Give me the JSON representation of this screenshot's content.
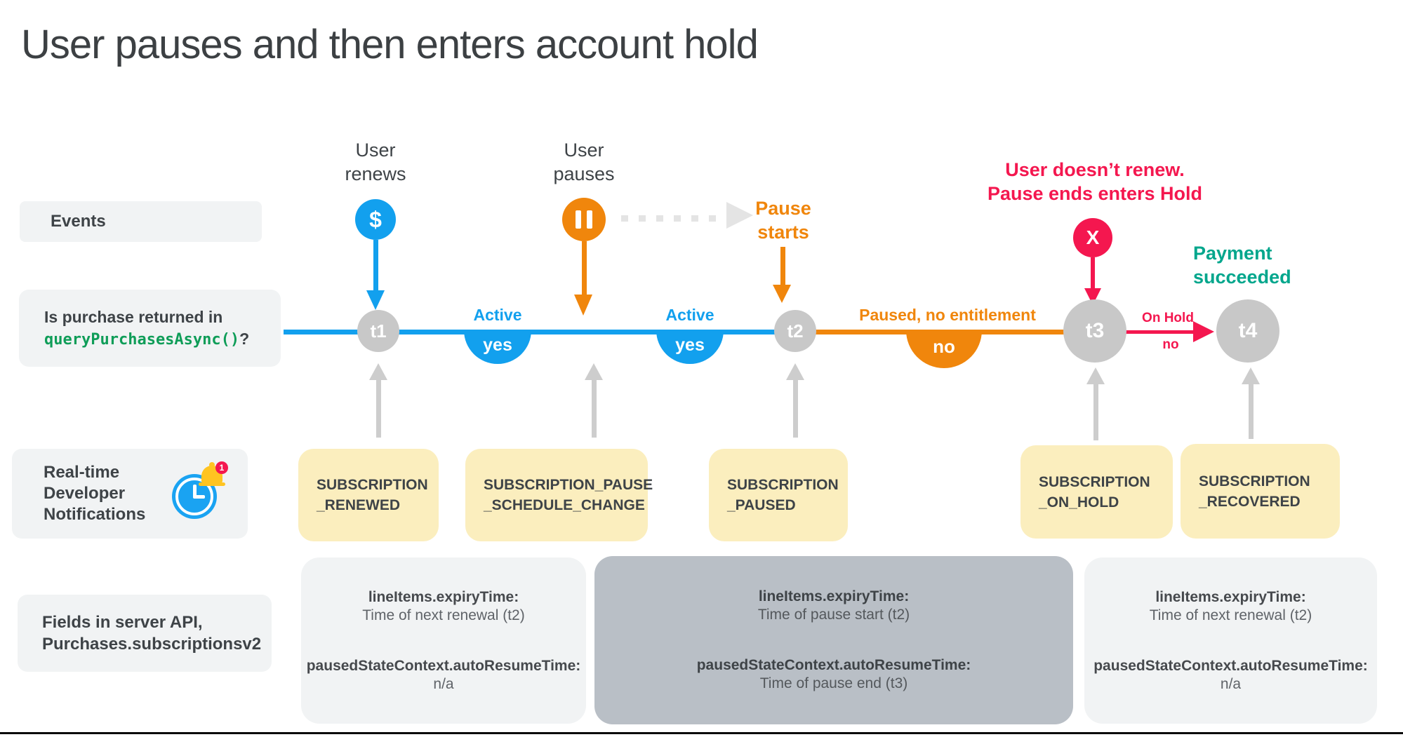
{
  "title": "User pauses and then enters account hold",
  "left_labels": {
    "events": "Events",
    "purchase_question_line1": "Is purchase returned in",
    "purchase_question_code": "queryPurchasesAsync()",
    "purchase_question_suffix": "?",
    "rtdn_line1": "Real-time",
    "rtdn_line2": "Developer",
    "rtdn_line3": "Notifications",
    "rtdn_badge_count": "1",
    "fields_line1": "Fields in server API,",
    "fields_line2": "Purchases.subscriptionsv2"
  },
  "events": {
    "user_renews_line1": "User",
    "user_renews_line2": "renews",
    "dollar_glyph": "$",
    "user_pauses_line1": "User",
    "user_pauses_line2": "pauses",
    "pause_starts_line1": "Pause",
    "pause_starts_line2": "starts",
    "hold_line1": "User doesn’t renew.",
    "hold_line2": "Pause ends enters Hold",
    "x_glyph": "X",
    "payment_line1": "Payment",
    "payment_line2": "succeeded"
  },
  "timeline": {
    "nodes": [
      {
        "label": "t1"
      },
      {
        "label": "t2"
      },
      {
        "label": "t3"
      },
      {
        "label": "t4"
      }
    ],
    "states": [
      {
        "state": "Active",
        "answer": "yes"
      },
      {
        "state": "Active",
        "answer": "yes"
      },
      {
        "state": "Paused, no entitlement",
        "answer": "no"
      },
      {
        "state": "On Hold",
        "answer": "no"
      }
    ]
  },
  "rtdn_boxes": [
    {
      "line1": "SUBSCRIPTION",
      "line2": "_RENEWED"
    },
    {
      "line1": "SUBSCRIPTION_PAUSE",
      "line2": "_SCHEDULE_CHANGE"
    },
    {
      "line1": "SUBSCRIPTION",
      "line2": "_PAUSED"
    },
    {
      "line1": "SUBSCRIPTION",
      "line2": "_ON_HOLD"
    },
    {
      "line1": "SUBSCRIPTION",
      "line2": "_RECOVERED"
    }
  ],
  "field_boxes": [
    {
      "f1_name": "lineItems.expiryTime:",
      "f1_value": "Time of next renewal (t2)",
      "f2_name": "pausedStateContext.autoResumeTime:",
      "f2_value": "n/a"
    },
    {
      "f1_name": "lineItems.expiryTime:",
      "f1_value": "Time of pause start (t2)",
      "f2_name": "pausedStateContext.autoResumeTime:",
      "f2_value": "Time of pause end (t3)"
    },
    {
      "f1_name": "lineItems.expiryTime:",
      "f1_value": "Time of next renewal (t2)",
      "f2_name": "pausedStateContext.autoResumeTime:",
      "f2_value": "n/a"
    }
  ],
  "colors": {
    "active_blue": "#12a0ee",
    "paused_orange": "#f0860c",
    "hold_red": "#f4174f",
    "recovered_teal": "#00a68c",
    "node_gray": "#c8c8c8",
    "rtdn_yellow": "#fbeebe",
    "panel_gray": "#f1f3f4",
    "highlight_gray": "#b9bfc6",
    "code_green": "#0f9d58"
  }
}
